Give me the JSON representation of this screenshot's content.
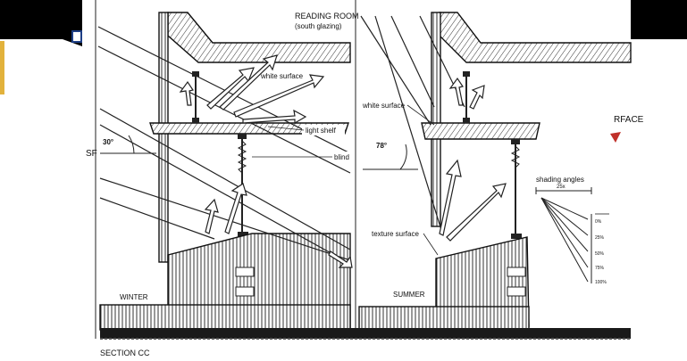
{
  "header": {
    "title": "READING ROOM",
    "subtitle": "(south glazing)",
    "cut_label_left": "SF",
    "cut_label_right": "RFACE"
  },
  "winter": {
    "label": "WINTER",
    "angle": "30°",
    "callouts": {
      "white_surface": "white surface",
      "light_shelf": "light shelf",
      "blind": "blind"
    }
  },
  "summer": {
    "label": "SUMMER",
    "angle": "78°",
    "callouts": {
      "white_surface": "white surface",
      "texture_surface": "texture surface"
    },
    "shading": {
      "title": "shading angles",
      "dimension": "25x",
      "levels": [
        "0%",
        "25%",
        "50%",
        "75%",
        "100%"
      ]
    }
  },
  "footer": {
    "caption": "SECTION CC"
  },
  "colors": {
    "black_band": "#000000",
    "accent_red": "#c0302a",
    "ink": "#111111"
  }
}
